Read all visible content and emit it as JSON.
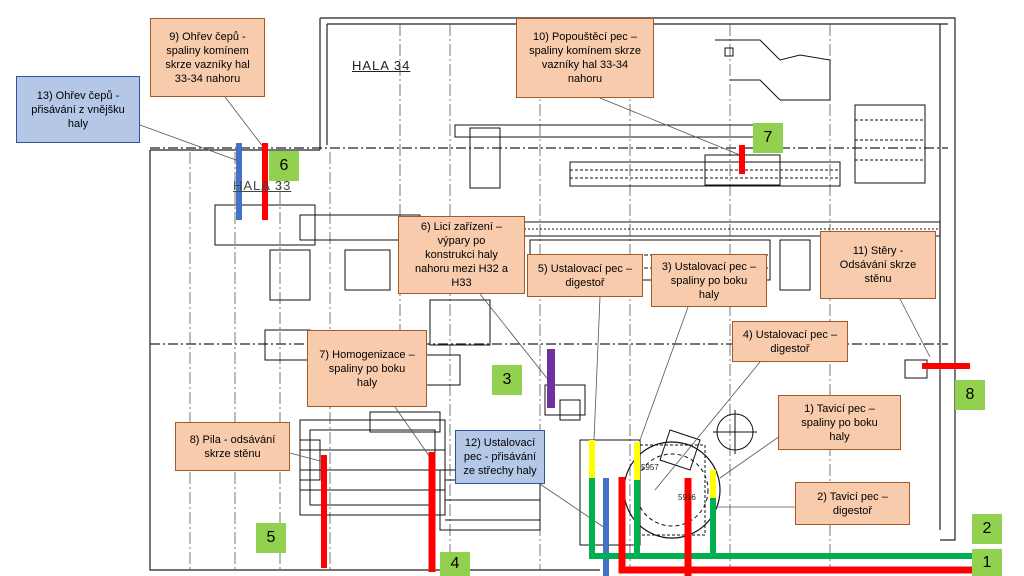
{
  "plan_labels": {
    "hall_34": "HALA 34",
    "hall_33": "HALA 33"
  },
  "callouts": {
    "c1": "1) Tavicí pec –\nspaliny po boku\nhaly",
    "c2": "2) Tavicí pec –\ndigestoř",
    "c3": "3) Ustalovací pec –\nspaliny po boku\nhaly",
    "c4": "4) Ustalovací pec –\ndigestoř",
    "c5": "5) Ustalovací pec –\ndigestoř",
    "c6": "6) Licí zařízení –\nvýpary po\nkonstrukci haly\nnahoru mezi H32 a\nH33",
    "c7": "7) Homogenizace –\nspaliny po boku\nhaly",
    "c8": "8) Pila - odsávání\nskrze stěnu",
    "c9": "9) Ohřev čepů -\nspaliny komínem\nskrze vazníky hal\n33-34 nahoru",
    "c10": "10) Popouštěcí pec –\nspaliny komínem skrze\nvazníky hal 33-34\nnahoru",
    "c11": "11) Stěry -\nOdsávání skrze\nstěnu",
    "c12": "12) Ustalovací\npec - přisávání\nze střechy haly",
    "c13": "13) Ohřev čepů -\npřisávání z vnějšku\nhaly"
  },
  "badges": {
    "b1": "1",
    "b2": "2",
    "b3": "3",
    "b4": "4",
    "b5": "5",
    "b6": "6",
    "b7": "7",
    "b8": "8"
  },
  "colors": {
    "red": "#ff0000",
    "green": "#00b050",
    "blue": "#4472c4",
    "yellow": "#ffff00",
    "purple": "#7030a0",
    "callout_fill": "#f8cbad",
    "callout_blue_fill": "#b4c7e7",
    "badge_fill": "#92d050"
  }
}
